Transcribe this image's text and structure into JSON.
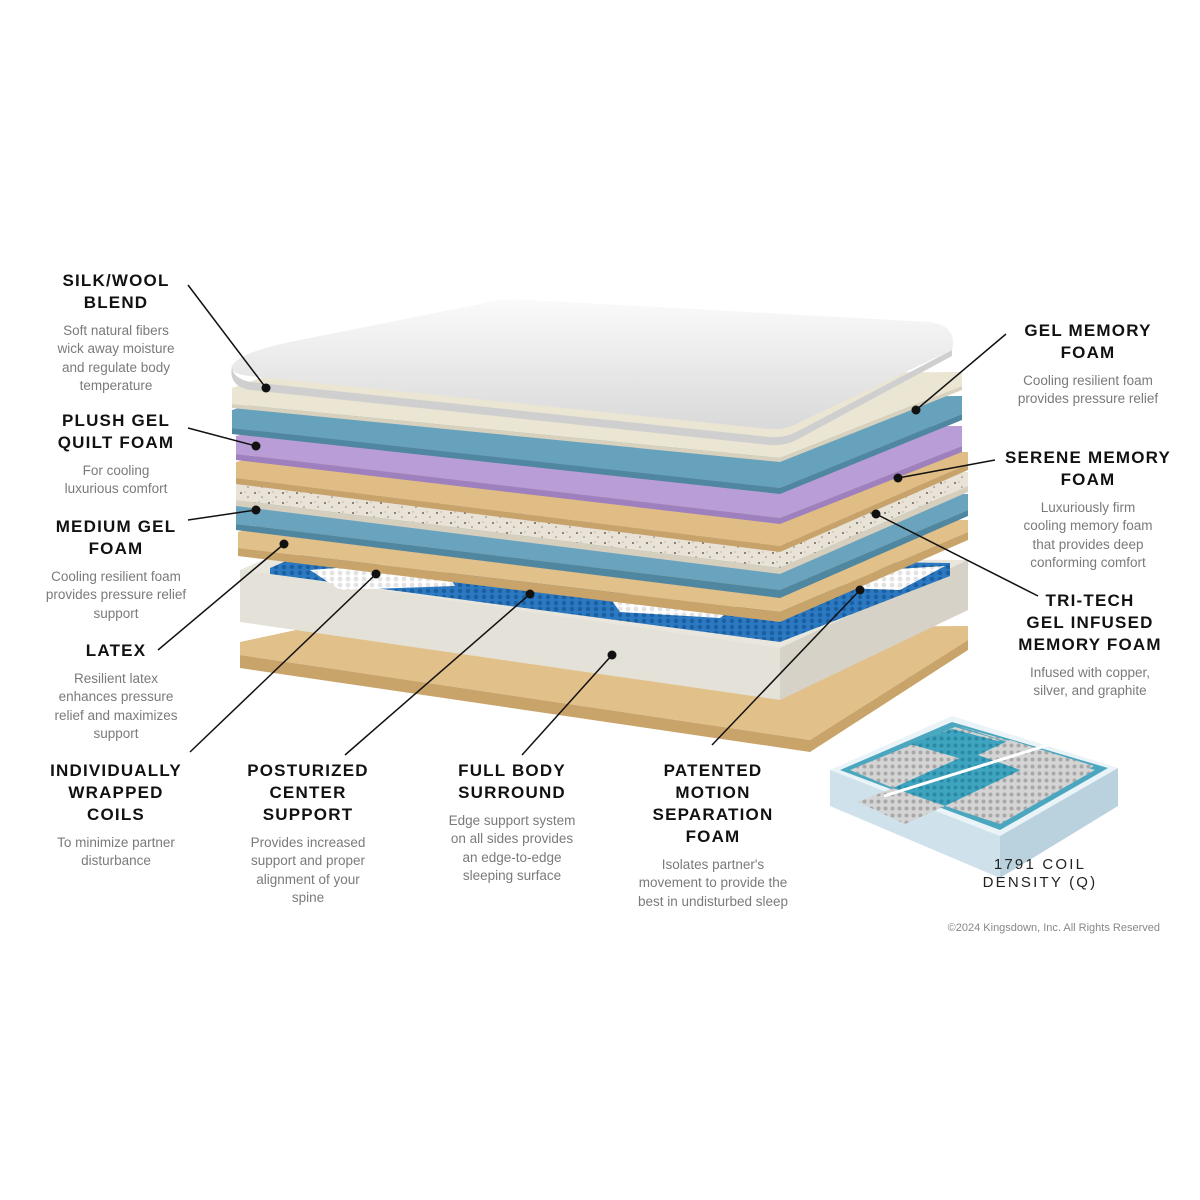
{
  "colors": {
    "blue_foam": "#5f9cb8",
    "purple_foam": "#b79bd5",
    "latex": "#d9b478",
    "quilt_cream": "#ece6d6",
    "cover": "#f2f2f2",
    "coil_blue": "#2a79c2",
    "frame": "#e6e3dc"
  },
  "labels": {
    "silk": {
      "title": "SILK/WOOL\nBLEND",
      "desc": "Soft natural fibers\nwick away moisture\nand regulate body\ntemperature"
    },
    "plush": {
      "title": "PLUSH GEL\nQUILT FOAM",
      "desc": "For cooling\nluxurious comfort"
    },
    "medium": {
      "title": "MEDIUM GEL\nFOAM",
      "desc": "Cooling resilient foam\nprovides pressure relief\nsupport"
    },
    "latex": {
      "title": "LATEX",
      "desc": "Resilient latex\nenhances pressure\nrelief and maximizes\nsupport"
    },
    "coils": {
      "title": "INDIVIDUALLY\nWRAPPED\nCOILS",
      "desc": "To minimize partner\ndisturbance"
    },
    "posture": {
      "title": "POSTURIZED\nCENTER\nSUPPORT",
      "desc": "Provides increased\nsupport and proper\nalignment of your\nspine"
    },
    "surround": {
      "title": "FULL BODY\nSURROUND",
      "desc": "Edge support system\non all sides provides\nan edge-to-edge\nsleeping surface"
    },
    "motion": {
      "title": "PATENTED\nMOTION\nSEPARATION\nFOAM",
      "desc": "Isolates partner's\nmovement to provide the\nbest in undisturbed sleep"
    },
    "gel": {
      "title": "GEL MEMORY\nFOAM",
      "desc": "Cooling resilient foam\nprovides pressure relief"
    },
    "serene": {
      "title": "SERENE MEMORY\nFOAM",
      "desc": "Luxuriously firm\ncooling memory foam\nthat provides deep\nconforming comfort"
    },
    "tritech": {
      "title": "TRI-TECH\nGEL INFUSED\nMEMORY FOAM",
      "desc": "Infused with copper,\nsilver, and graphite"
    }
  },
  "coil_density": "1791 COIL\nDENSITY (Q)",
  "copyright": "©2024 Kingsdown, Inc. All Rights Reserved"
}
